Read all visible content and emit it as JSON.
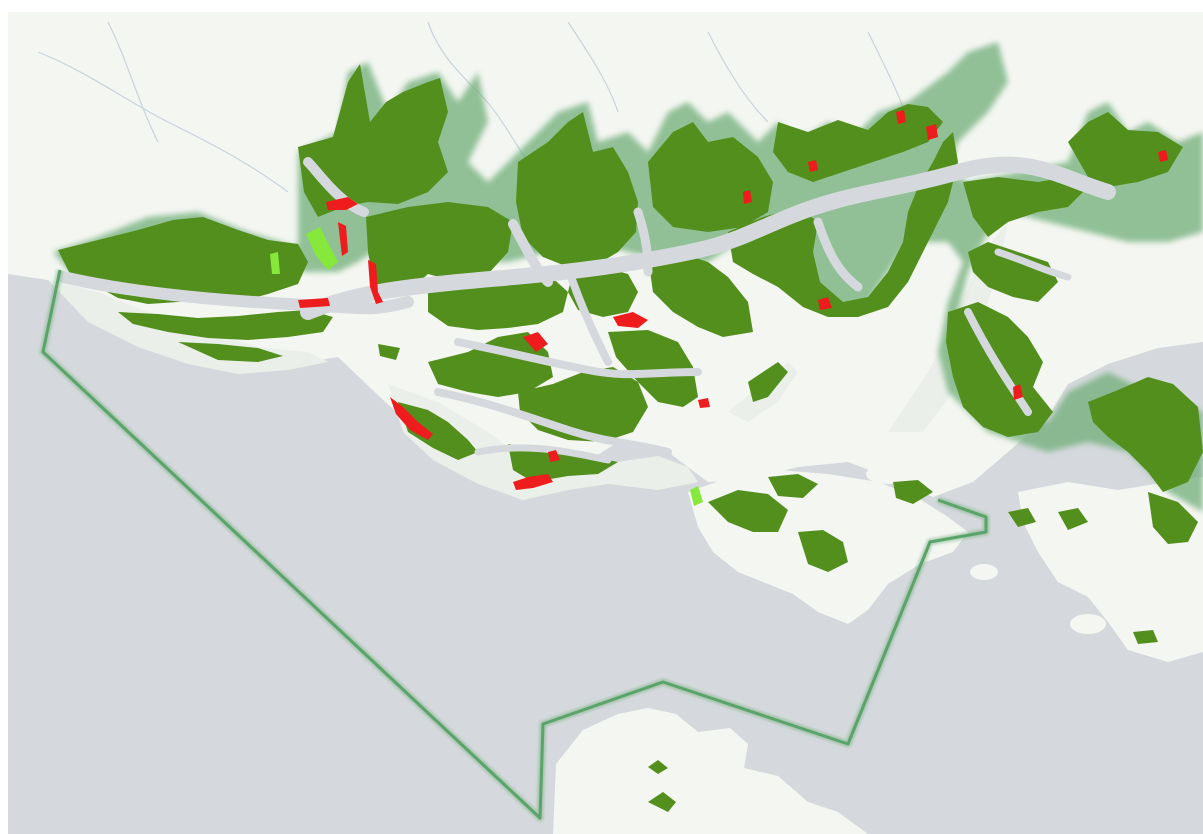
{
  "map": {
    "colors": {
      "water": "#d5d9dd",
      "land": "#f4f6f2",
      "land_alt": "#eef1ec",
      "intertidal": "#ebefe9",
      "mangrove": "#528f1c",
      "mangrove_halo": "#6fae78",
      "mangrove_loss": "#ee1c1c",
      "mangrove_gain": "#86e83a",
      "boundary": "#5aa46a",
      "road": "#e3e6e2",
      "river_line": "#c7d4dc"
    },
    "layers": [
      {
        "id": "water",
        "kind": "sea"
      },
      {
        "id": "land",
        "kind": "terrain"
      },
      {
        "id": "mangrove",
        "kind": "mangrove-extent"
      },
      {
        "id": "loss",
        "kind": "mangrove-loss"
      },
      {
        "id": "gain",
        "kind": "mangrove-gain"
      },
      {
        "id": "boundary",
        "kind": "protected-area-boundary"
      }
    ]
  }
}
